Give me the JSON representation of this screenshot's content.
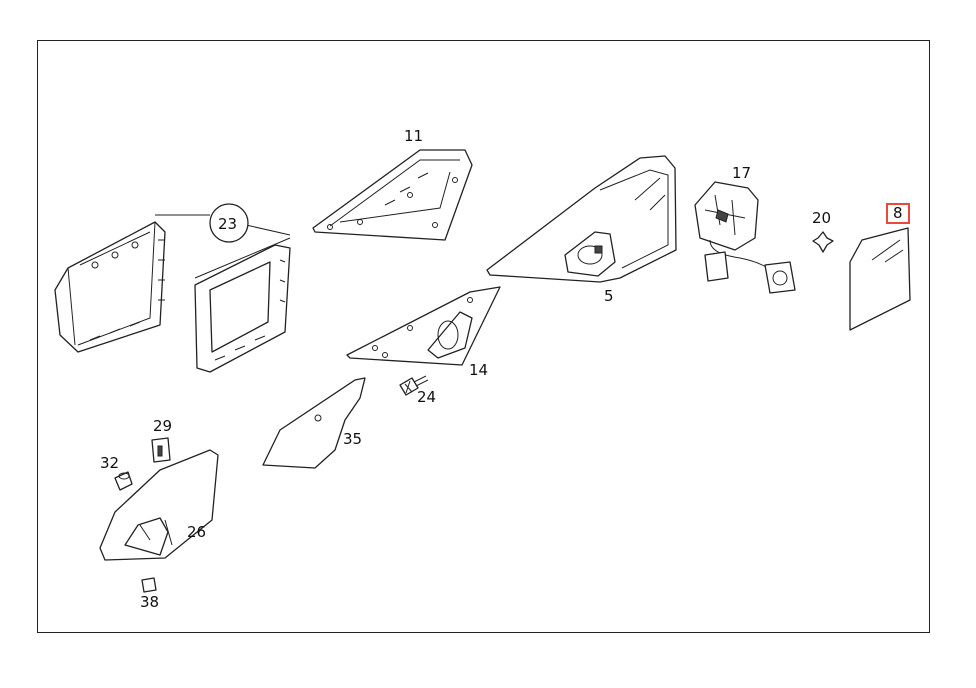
{
  "diagram": {
    "highlight_color": "#e8493a",
    "labels": {
      "l11": "11",
      "l23": "23",
      "l5": "5",
      "l17": "17",
      "l20": "20",
      "l8": "8",
      "l14": "14",
      "l24": "24",
      "l35": "35",
      "l29": "29",
      "l32": "32",
      "l26": "26",
      "l38": "38"
    }
  }
}
